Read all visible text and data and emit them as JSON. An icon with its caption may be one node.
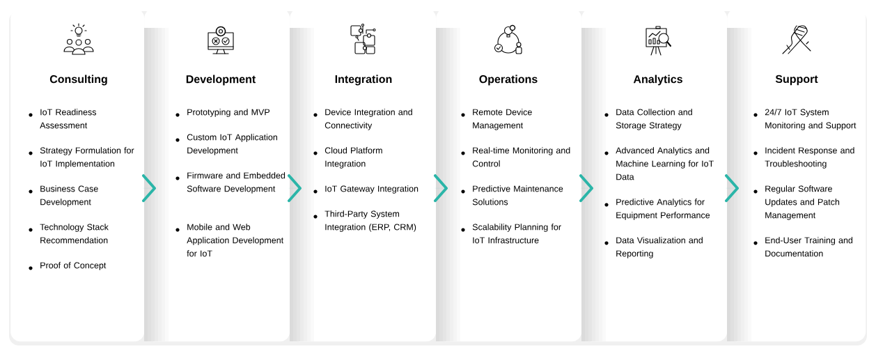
{
  "diagram": {
    "nodes": [
      {
        "text": [
          "Consulting",
          "IoT Readiness Assessment",
          "Strategy Formulation for IoT Implementation",
          "Business Case Development",
          "Technology Stack Recommendation",
          "Proof of Concept"
        ]
      },
      {
        "text": [
          "Development",
          "Prototyping and MVP",
          "Custom IoT Application Development",
          "Firmware and Embedded Software Development",
          "Mobile and Web Application Development for IoT"
        ]
      },
      {
        "text": [
          "Integration",
          "Device Integration and Connectivity",
          "Cloud Platform Integration",
          "IoT Gateway Integration",
          "Third-Party System Integration (ERP, CRM)"
        ]
      },
      {
        "text": [
          "Operations",
          "Remote Device Management",
          "Real-time Monitoring and Control",
          "Predictive Maintenance Solutions",
          "Scalability Planning for IoT Infrastructure"
        ]
      },
      {
        "text": [
          "Analytics",
          "Data Collection and Storage Strategy",
          "Advanced Analytics and Machine Learning for IoT Data",
          "Predictive Analytics for Equipment Performance",
          "Data Visualization and Reporting"
        ]
      },
      {
        "text": [
          "Support",
          "24/7 IoT System Monitoring and Support",
          "Incident Response and Troubleshooting",
          "Regular Software Updates and Patch Management",
          "End-User Training and Documentation"
        ]
      }
    ],
    "edges": [
      {
        "from": 0,
        "to": 1,
        "arrow": "to"
      },
      {
        "from": 1,
        "to": 2,
        "arrow": "to"
      },
      {
        "from": 2,
        "to": 3,
        "arrow": "to"
      },
      {
        "from": 3,
        "to": 4,
        "arrow": "to"
      },
      {
        "from": 4,
        "to": 5,
        "arrow": "to"
      }
    ]
  }
}
